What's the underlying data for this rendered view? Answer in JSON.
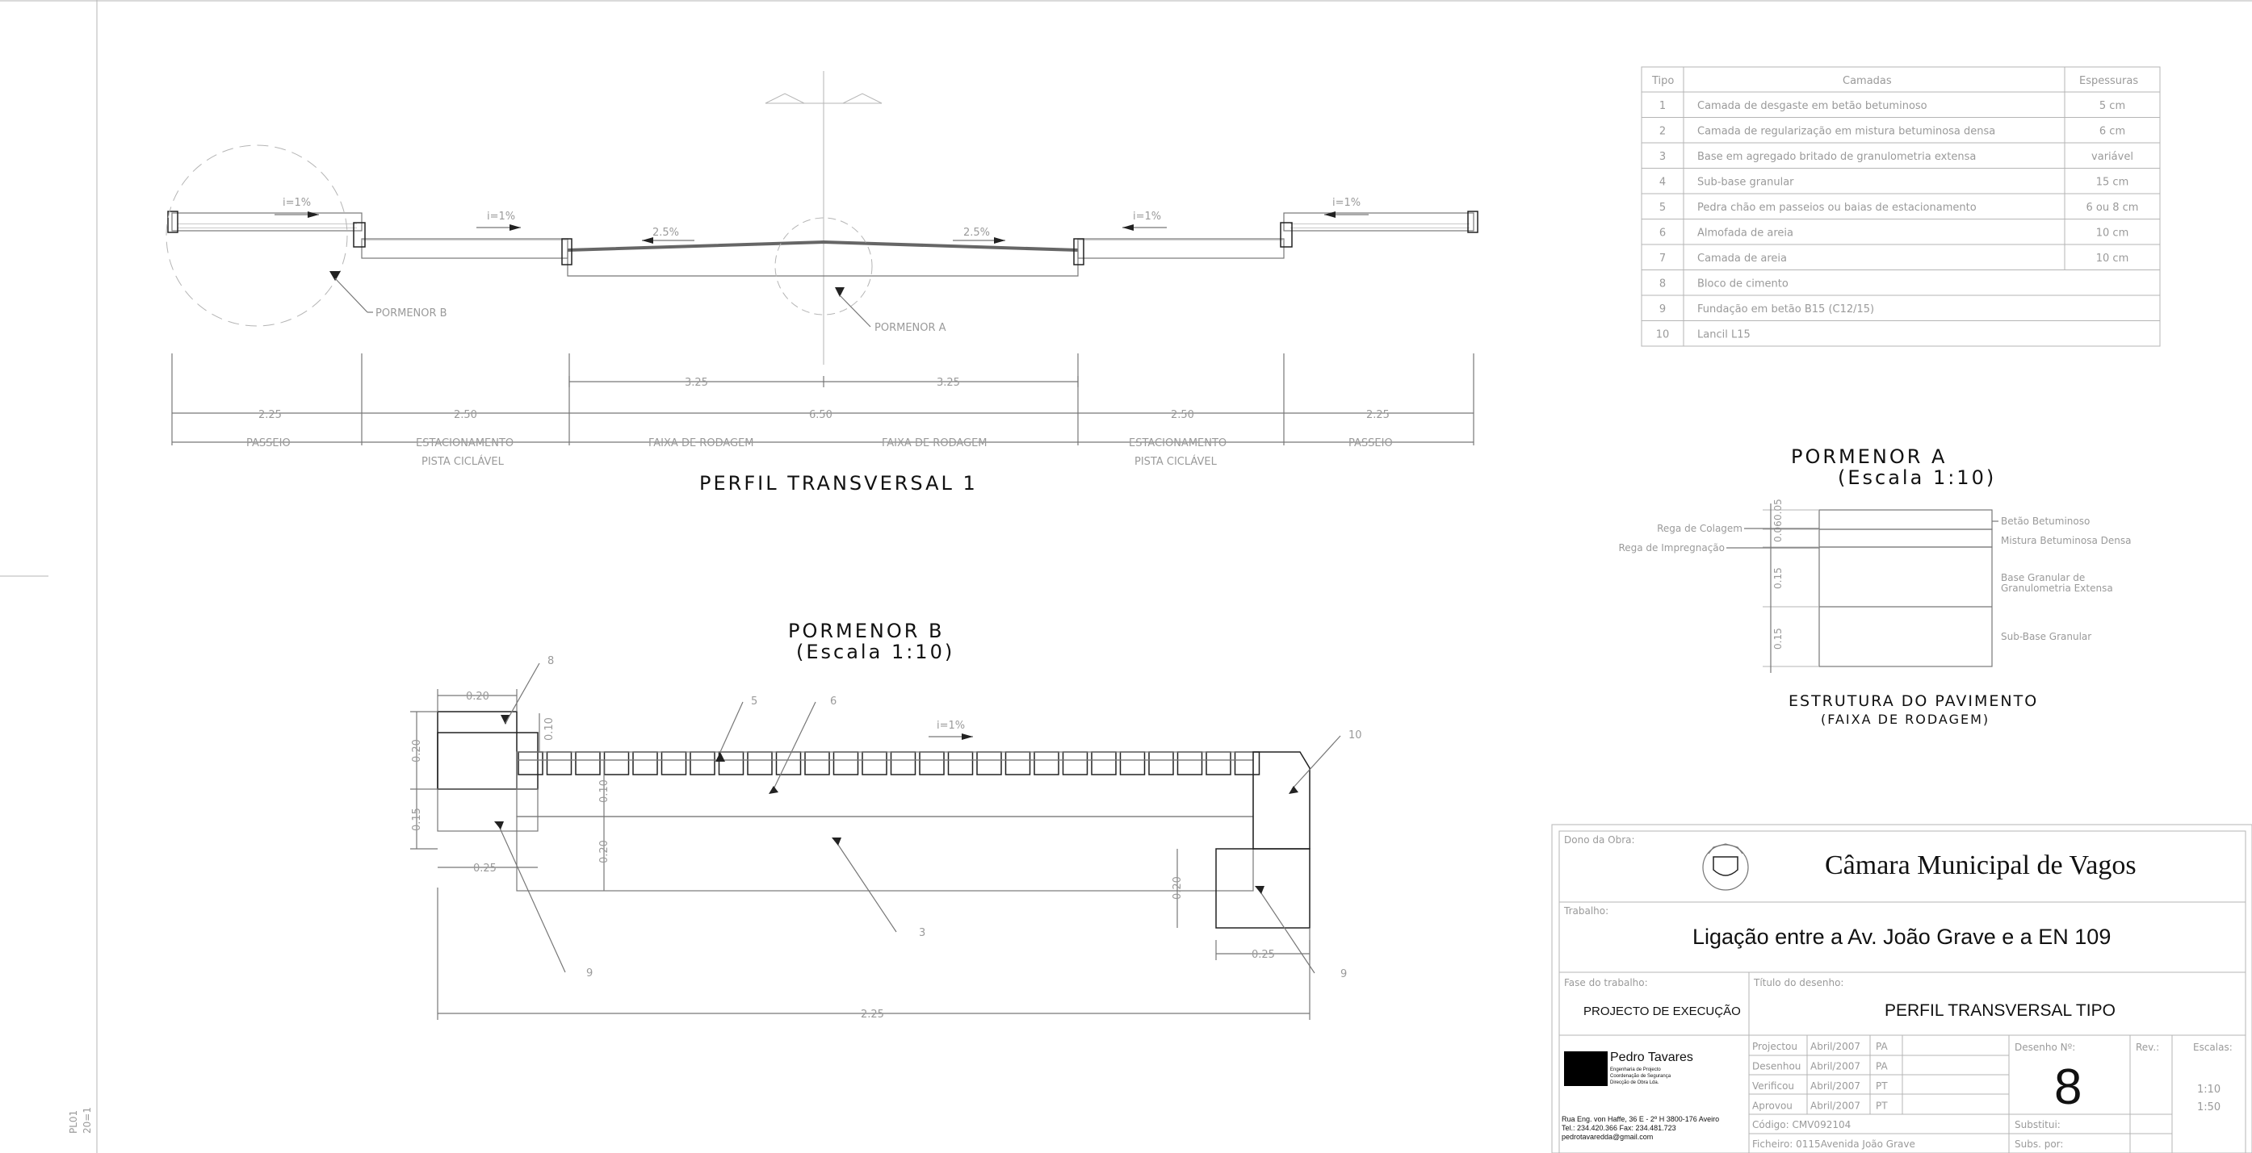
{
  "frame": {
    "side_label_1": "PL01",
    "side_label_2": "20=1"
  },
  "profile": {
    "title": "PERFIL TRANSVERSAL 1",
    "slopes": [
      "i=1%",
      "i=1%",
      "2.5%",
      "2.5%",
      "i=1%",
      "i=1%"
    ],
    "callout_b": "PORMENOR B",
    "callout_a": "PORMENOR A",
    "dims_top": [
      "3.25",
      "3.25"
    ],
    "dims": [
      "2.25",
      "2.50",
      "6.50",
      "2.50",
      "2.25"
    ],
    "zones": [
      "PASSEIO",
      "ESTACIONAMENTO",
      "FAIXA DE RODAGEM",
      "FAIXA DE RODAGEM",
      "ESTACIONAMENTO",
      "PASSEIO"
    ],
    "zones_sub": [
      "PISTA CICLÁVEL",
      "PISTA CICLÁVEL"
    ]
  },
  "layers_table": {
    "headers": [
      "Tipo",
      "Camadas",
      "Espessuras"
    ],
    "rows": [
      {
        "n": "1",
        "layer": "Camada de desgaste em betão betuminoso",
        "thk": "5 cm"
      },
      {
        "n": "2",
        "layer": "Camada de regularização em mistura betuminosa densa",
        "thk": "6 cm"
      },
      {
        "n": "3",
        "layer": "Base em agregado britado de granulometria extensa",
        "thk": "variável"
      },
      {
        "n": "4",
        "layer": "Sub-base granular",
        "thk": "15 cm"
      },
      {
        "n": "5",
        "layer": "Pedra chão em passeios ou baias de estacionamento",
        "thk": "6 ou 8 cm"
      },
      {
        "n": "6",
        "layer": "Almofada de areia",
        "thk": "10 cm"
      },
      {
        "n": "7",
        "layer": "Camada de areia",
        "thk": "10 cm"
      },
      {
        "n": "8",
        "layer": "Bloco de cimento",
        "thk": ""
      },
      {
        "n": "9",
        "layer": "Fundação em betão B15 (C12/15)",
        "thk": ""
      },
      {
        "n": "10",
        "layer": "Lancil L15",
        "thk": ""
      }
    ]
  },
  "detail_a": {
    "title": "PORMENOR A",
    "scale": "(Escala 1:10)",
    "left_labels": [
      "Rega de Colagem",
      "Rega de Impregnação"
    ],
    "right_labels": [
      "Betão Betuminoso",
      "Mistura Betuminosa Densa",
      "Base Granular de",
      "Granulometria Extensa",
      "Sub-Base Granular"
    ],
    "dims": [
      "0.05",
      "0.06",
      "0.15",
      "0.15"
    ],
    "subtitle": "ESTRUTURA DO PAVIMENTO",
    "subtitle_2": "(FAIXA DE RODAGEM)"
  },
  "detail_b": {
    "title": "PORMENOR B",
    "scale": "(Escala 1:10)",
    "dims": [
      "0.20",
      "0.10",
      "0.20",
      "0.15",
      "0.10",
      "0.20",
      "0.25",
      "0.20",
      "0.25",
      "2.25"
    ],
    "slope": "i=1%",
    "callouts": [
      "8",
      "5",
      "6",
      "10",
      "9",
      "3",
      "9"
    ]
  },
  "title_block": {
    "owner_label": "Dono da Obra:",
    "owner": "Câmara Municipal de Vagos",
    "work_label": "Trabalho:",
    "work": "Ligação entre a Av. João Grave e a EN 109",
    "phase_label": "Fase do trabalho:",
    "phase": "PROJECTO DE EXECUÇÃO",
    "drawing_label": "Título do desenho:",
    "drawing": "PERFIL TRANSVERSAL TIPO",
    "company": "Pedro Tavares",
    "company_lines": [
      "Engenharia de Projecto",
      "Coordenação de Segurança",
      "Direcção de Obra Lda."
    ],
    "address": "Rua Eng. von Haffe, 36 E - 2º H 3800-176 Aveiro",
    "phone": "Tel.: 234.420.366   Fax: 234.481.723",
    "email": "pedrotavaredda@gmail.com",
    "roles": [
      {
        "role": "Projectou",
        "date": "Abril/2007",
        "initials": "PA"
      },
      {
        "role": "Desenhou",
        "date": "Abril/2007",
        "initials": "PA"
      },
      {
        "role": "Verificou",
        "date": "Abril/2007",
        "initials": "PT"
      },
      {
        "role": "Aprovou",
        "date": "Abril/2007",
        "initials": "PT"
      }
    ],
    "code": "Código: CMV092104",
    "file": "Ficheiro: 0115Avenida João Grave",
    "number_label": "Desenho Nº:",
    "number": "8",
    "rev_label": "Rev.:",
    "scales_label": "Escalas:",
    "scales": [
      "1:10",
      "1:50"
    ],
    "replaces": "Substitui:",
    "replaced_by": "Subs. por:"
  }
}
